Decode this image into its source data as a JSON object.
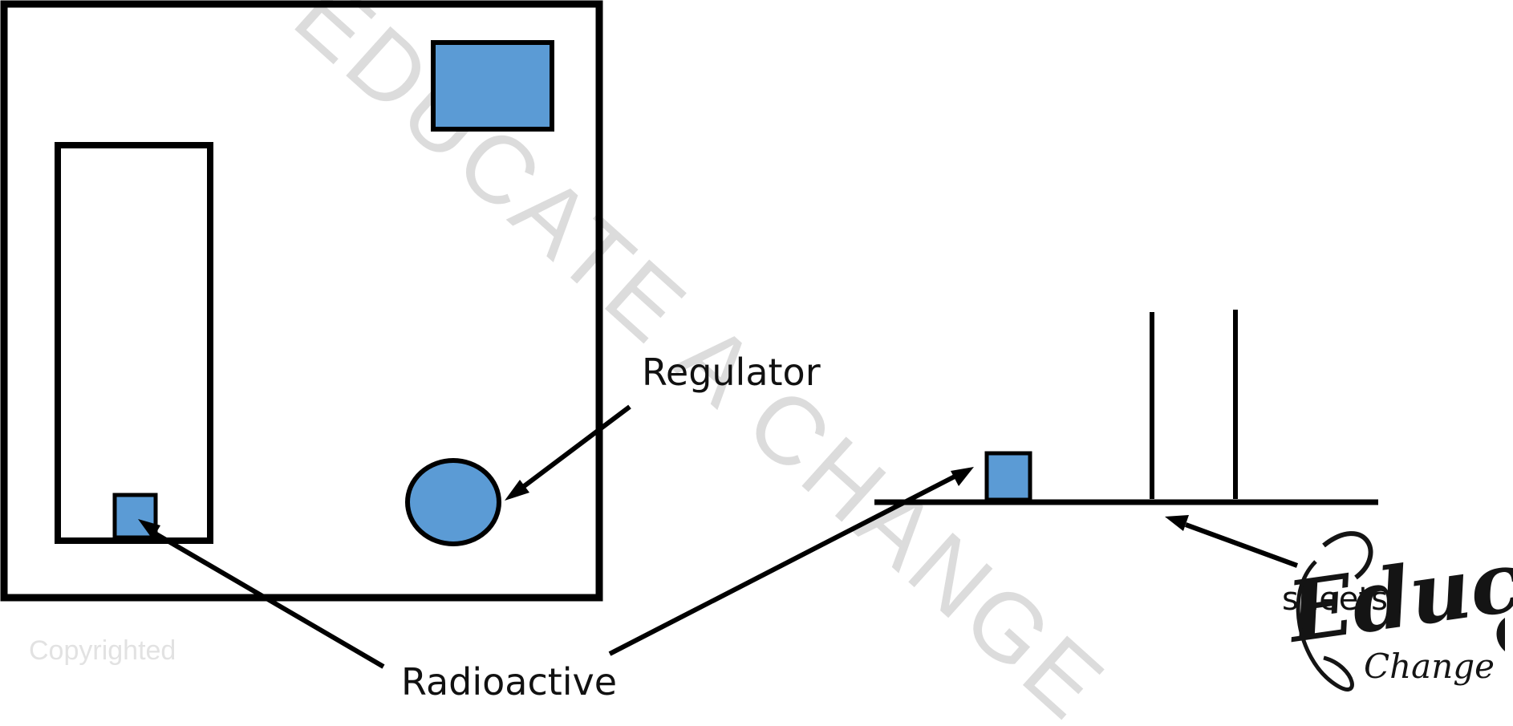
{
  "labels": {
    "regulator": "Regulator",
    "radioactive": "Radioactive",
    "sheets": "sheets"
  },
  "watermark": {
    "text": "EDUCATE A CHANGE",
    "copyright": "Copyrighted"
  },
  "logo": {
    "word1": "Educate",
    "word2": "Change"
  },
  "colors": {
    "fill": "#5b9bd5",
    "stroke": "#000000"
  }
}
